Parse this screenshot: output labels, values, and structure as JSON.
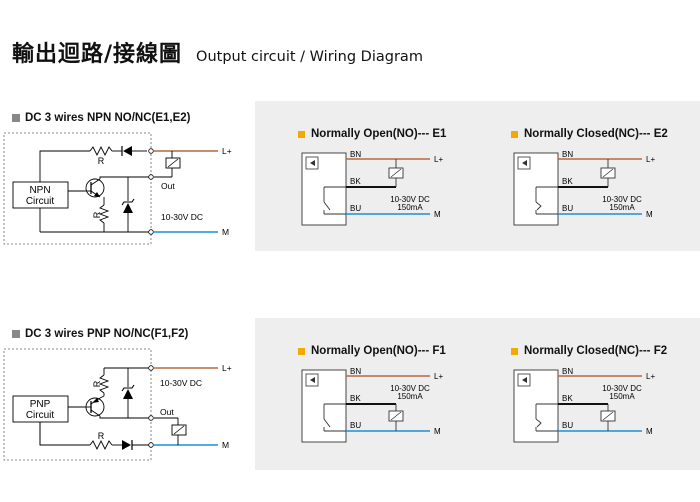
{
  "header": {
    "title_zh": "輸出迴路/接線圖",
    "title_en": "Output circuit / Wiring Diagram"
  },
  "sections": [
    {
      "title": "DC 3 wires NPN NO/NC(E1,E2)",
      "circuit": {
        "box": [
          "NPN",
          "Circuit"
        ],
        "resistor": "R",
        "resistor2": "R",
        "out": "Out",
        "voltage": "10-30V DC",
        "lplus": "L+",
        "m": "M"
      },
      "diagrams": [
        {
          "title": "Normally Open(NO)--- E1"
        },
        {
          "title": "Normally Closed(NC)--- E2"
        }
      ]
    },
    {
      "title": "DC 3 wires PNP NO/NC(F1,F2)",
      "circuit": {
        "box": [
          "PNP",
          "Circuit"
        ],
        "resistor": "R",
        "resistor2": "R",
        "out": "Out",
        "voltage": "10-30V DC",
        "lplus": "L+",
        "m": "M"
      },
      "diagrams": [
        {
          "title": "Normally Open(NO)--- F1"
        },
        {
          "title": "Normally Closed(NC)--- F2"
        }
      ]
    }
  ],
  "wiring": {
    "bn": "BN",
    "bk": "BK",
    "bu": "BU",
    "voltage": "10-30V DC",
    "current": "150mA",
    "lplus": "L+",
    "m": "M"
  },
  "colors": {
    "brown_wire": "#b5683f",
    "blue_wire": "#1a8fd8",
    "bullet_yellow": "#f2a900",
    "bullet_gray": "#888888",
    "panel_bg": "#eeeeee"
  }
}
